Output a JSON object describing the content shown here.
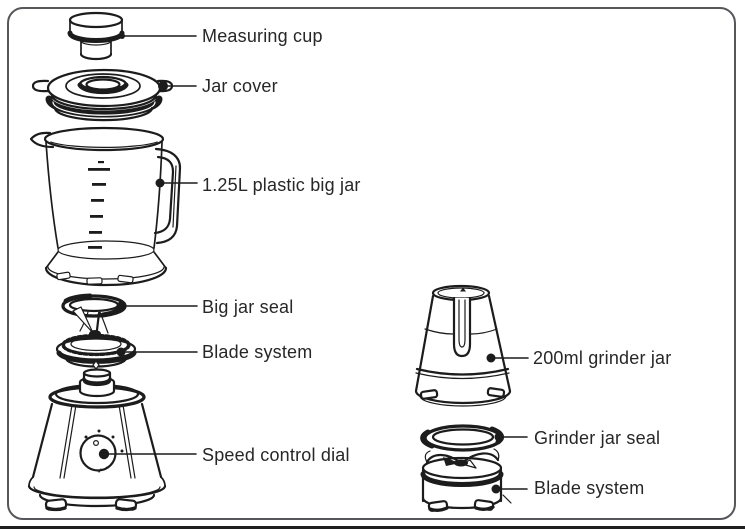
{
  "figure": {
    "description": "Exploded parts diagram of a blender with grinder attachment",
    "colors": {
      "background": "#ffffff",
      "border": "#56575b",
      "line_art": "#1c1c1c",
      "text": "#272727"
    },
    "callouts": [
      {
        "id": "measuring-cup",
        "label": "Measuring cup"
      },
      {
        "id": "jar-cover",
        "label": "Jar cover"
      },
      {
        "id": "big-jar",
        "label": "1.25L plastic big jar"
      },
      {
        "id": "big-jar-seal",
        "label": "Big jar seal"
      },
      {
        "id": "jar-blade-system",
        "label": "Blade system"
      },
      {
        "id": "speed-control-dial",
        "label": "Speed control dial"
      },
      {
        "id": "grinder-jar",
        "label": "200ml grinder jar"
      },
      {
        "id": "grinder-jar-seal",
        "label": "Grinder jar seal"
      },
      {
        "id": "grinder-blade-system",
        "label": "Blade system"
      }
    ]
  }
}
